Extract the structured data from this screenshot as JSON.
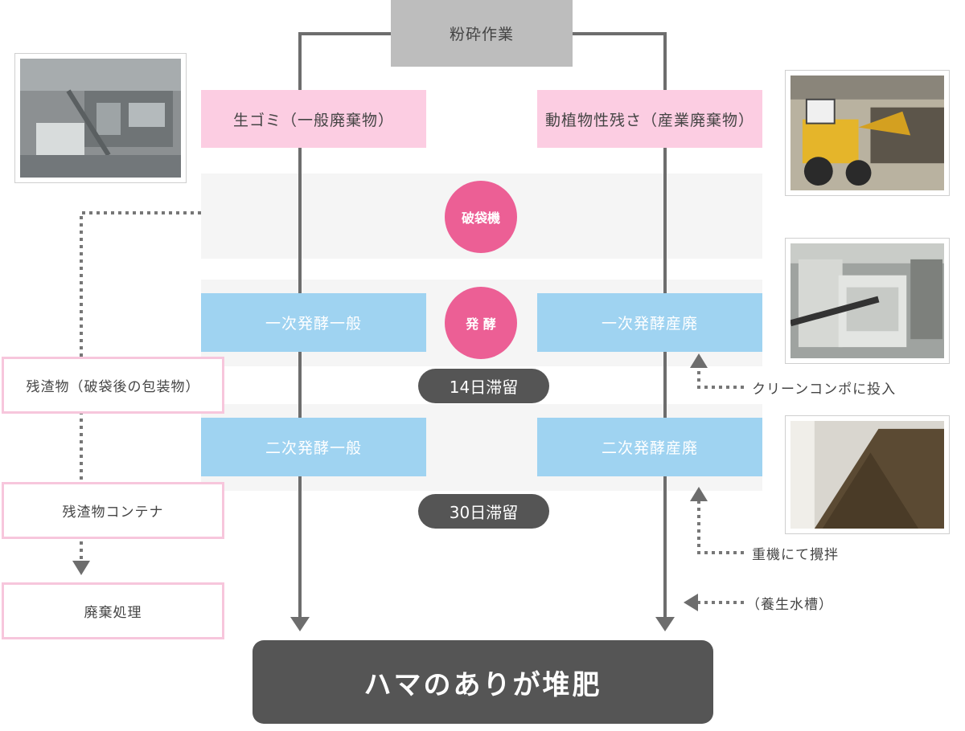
{
  "top": {
    "label": "粉砕作業"
  },
  "sources": {
    "left": "生ゴミ（一般廃棄物）",
    "right": "動植物性残さ（産業廃棄物）"
  },
  "stages": {
    "bag_breaker": "破袋機",
    "fermentation": "発 酵",
    "primary_general": "一次発酵一般",
    "primary_industrial": "一次発酵産廃",
    "secondary_general": "二次発酵一般",
    "secondary_industrial": "二次発酵産廃",
    "stay_14": "14日滞留",
    "stay_30": "30日滞留"
  },
  "residue": {
    "residue": "残渣物（破袋後の包装物）",
    "container": "残渣物コンテナ",
    "disposal": "廃棄処理"
  },
  "notes": {
    "clean_compo": "クリーンコンポに投入",
    "heavy_machine": "重機にて攪拌",
    "curing_tank": "（養生水槽）"
  },
  "final": {
    "label": "ハマのありが堆肥"
  },
  "colors": {
    "gray_box": "#bdbdbd",
    "pink": "#fccde2",
    "blue": "#9fd3f1",
    "circle": "#ec5f95",
    "dark": "#555555",
    "line": "#6d6d6d"
  },
  "icons": {
    "photo_1": "processing-machine-photo",
    "photo_2": "wheel-loader-photo",
    "photo_3": "fermentation-silo-photo",
    "photo_4": "compost-pile-photo"
  }
}
